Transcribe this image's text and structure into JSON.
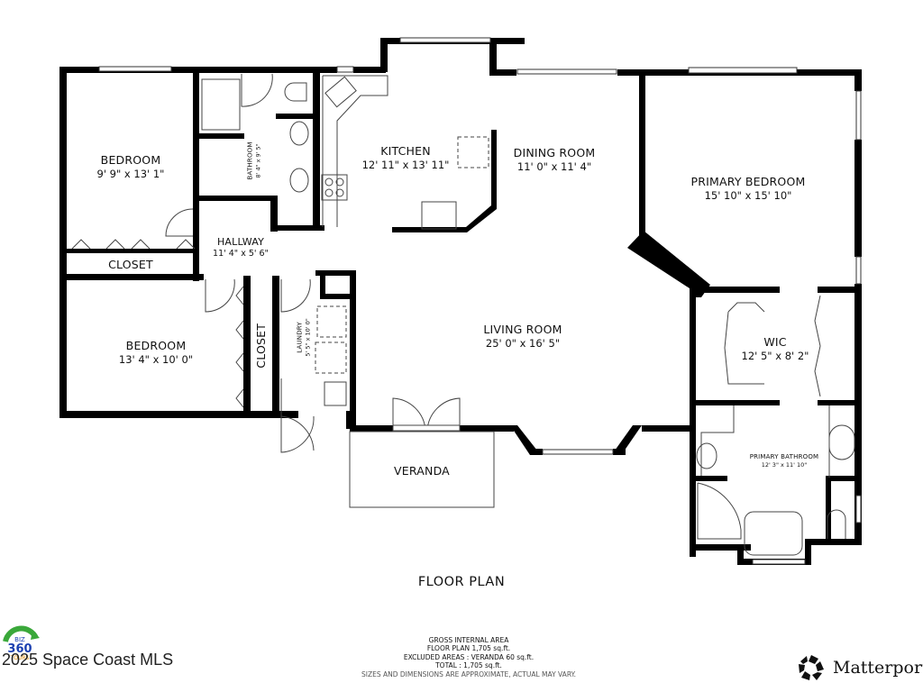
{
  "title": "FLOOR PLAN",
  "rooms": {
    "bedroom1": {
      "name": "BEDROOM",
      "dims": "9' 9\" x 13' 1\""
    },
    "bathroom": {
      "name": "BATHROOM",
      "dims": "8' 4\" x 9' 5\""
    },
    "kitchen": {
      "name": "KITCHEN",
      "dims": "12' 11\" x 13' 11\""
    },
    "dining": {
      "name": "DINING ROOM",
      "dims": "11' 0\" x 11' 4\""
    },
    "primary_bedroom": {
      "name": "PRIMARY BEDROOM",
      "dims": "15' 10\" x 15' 10\""
    },
    "closet1": {
      "name": "CLOSET"
    },
    "hallway": {
      "name": "HALLWAY",
      "dims": "11' 4\" x 5' 6\""
    },
    "bedroom2": {
      "name": "BEDROOM",
      "dims": "13' 4\" x 10' 0\""
    },
    "closet2": {
      "name": "CLOSET"
    },
    "laundry": {
      "name": "LAUNDRY",
      "dims": "5' 5\" x 10' 0\""
    },
    "living": {
      "name": "LIVING ROOM",
      "dims": "25' 0\" x 16' 5\""
    },
    "wic": {
      "name": "WIC",
      "dims": "12' 5\" x 8' 2\""
    },
    "primary_bathroom": {
      "name": "PRIMARY BATHROOM",
      "dims": "12' 3\" x 11' 10\""
    },
    "veranda": {
      "name": "VERANDA"
    }
  },
  "area": {
    "heading": "GROSS INTERNAL AREA",
    "floor_plan": "FLOOR PLAN 1,705 sq.ft.",
    "excluded": "EXCLUDED AREAS :  VERANDA 60 sq.ft.",
    "total": "TOTAL :  1,705 sq.ft.",
    "note": "SIZES AND DIMENSIONS ARE APPROXIMATE, ACTUAL MAY VARY."
  },
  "watermark": {
    "mls": "2025 Space Coast MLS",
    "biz_logo": "BIZ 360 TOURS",
    "matterport": "Matterport"
  },
  "colors": {
    "wall": "#000000",
    "fixture": "#555555",
    "background": "#ffffff"
  }
}
